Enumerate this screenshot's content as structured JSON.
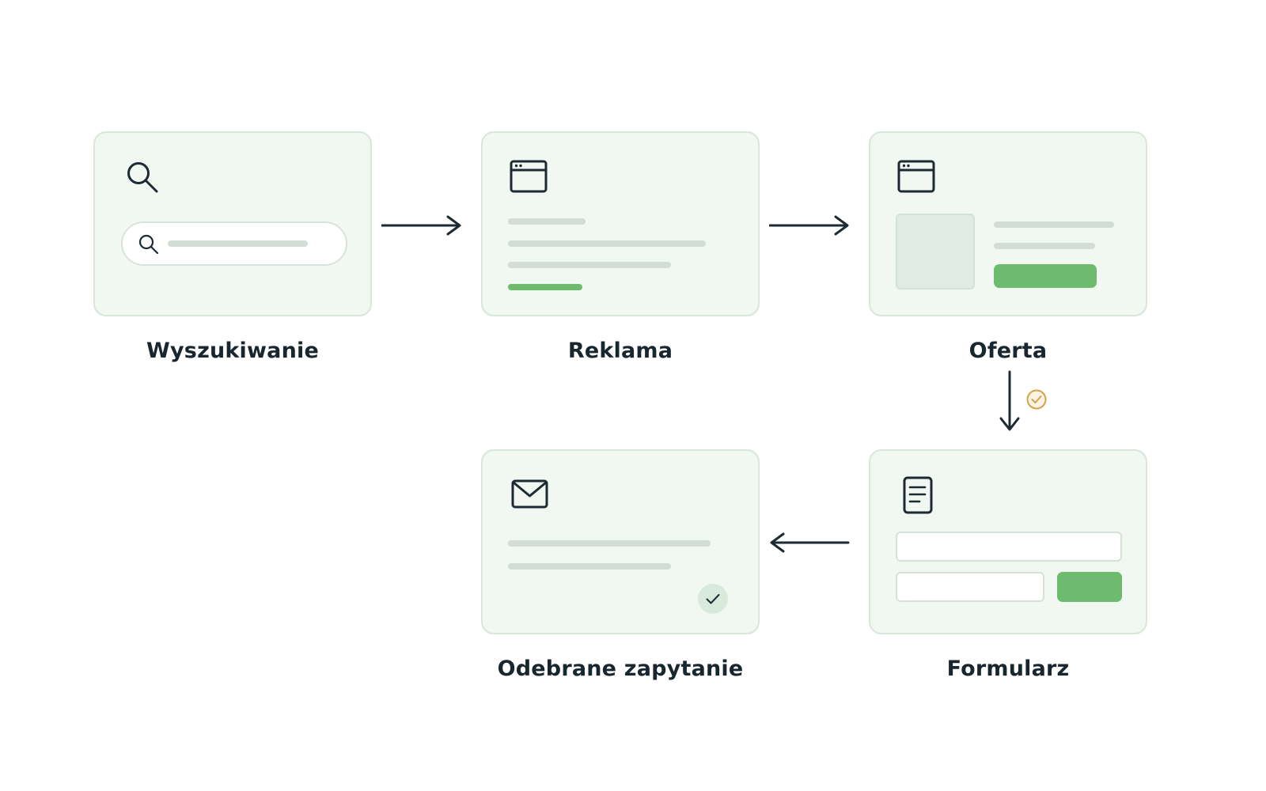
{
  "steps": [
    {
      "label": "Wyszukiwanie",
      "icon": "search-icon"
    },
    {
      "label": "Reklama",
      "icon": "browser-window-icon"
    },
    {
      "label": "Oferta",
      "icon": "browser-window-icon"
    },
    {
      "label": "Formularz",
      "icon": "document-icon"
    },
    {
      "label": "Odebrane zapytanie",
      "icon": "mail-icon"
    }
  ],
  "colors": {
    "card_background": "#f1f7f1",
    "card_border": "#d9e6da",
    "accent_green": "#6cbb6f",
    "placeholder_gray": "#d2ddd6",
    "text_dark": "#18262f",
    "check_badge_gold": "#d4a24a"
  }
}
